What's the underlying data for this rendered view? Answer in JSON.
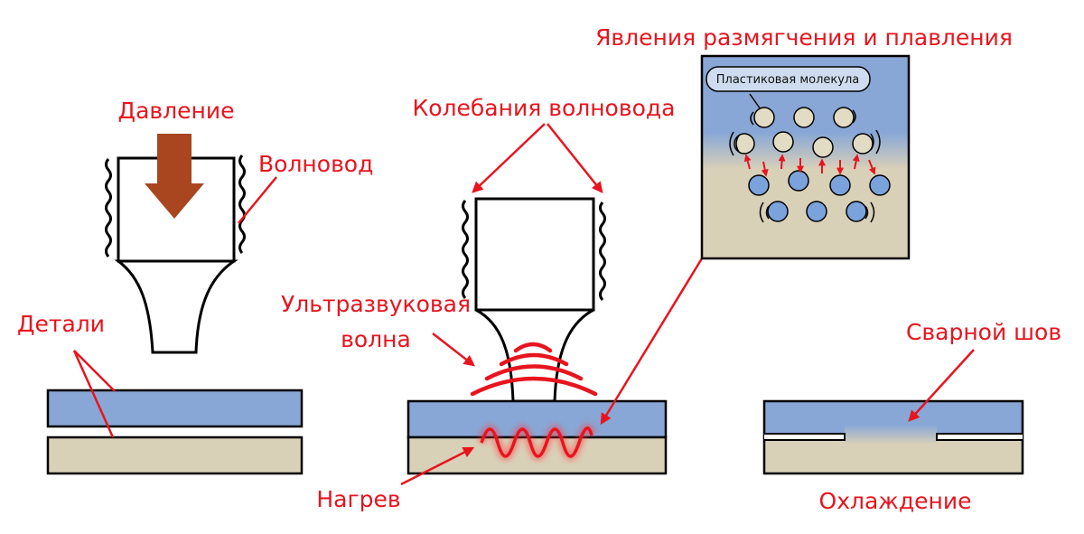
{
  "labels": {
    "pressure": "Давление",
    "sonotrode": "Волновод",
    "parts": "Детали",
    "sonotrode_vibration": "Колебания волновода",
    "ultrasonic_wave_line1": "Ультразвуковая",
    "ultrasonic_wave_line2": "волна",
    "heating": "Нагрев",
    "softening_melting": "Явления размягчения и плавления",
    "plastic_molecule": "Пластиковая молекула",
    "weld_seam": "Сварной шов",
    "cooling": "Охлаждение"
  },
  "colors": {
    "label_red": "#e8141e",
    "pressure_arrow": "#a9461f",
    "upper_part": "#88a7d6",
    "lower_part": "#d9d0b8",
    "molecule_light": "#e2dcc5",
    "molecule_blue": "#7aa3dc",
    "outline": "#000000"
  },
  "icons": {
    "pressure_arrow": "down-arrow-icon",
    "vibration": "squiggle-icon",
    "wave": "wave-arc-icon"
  }
}
